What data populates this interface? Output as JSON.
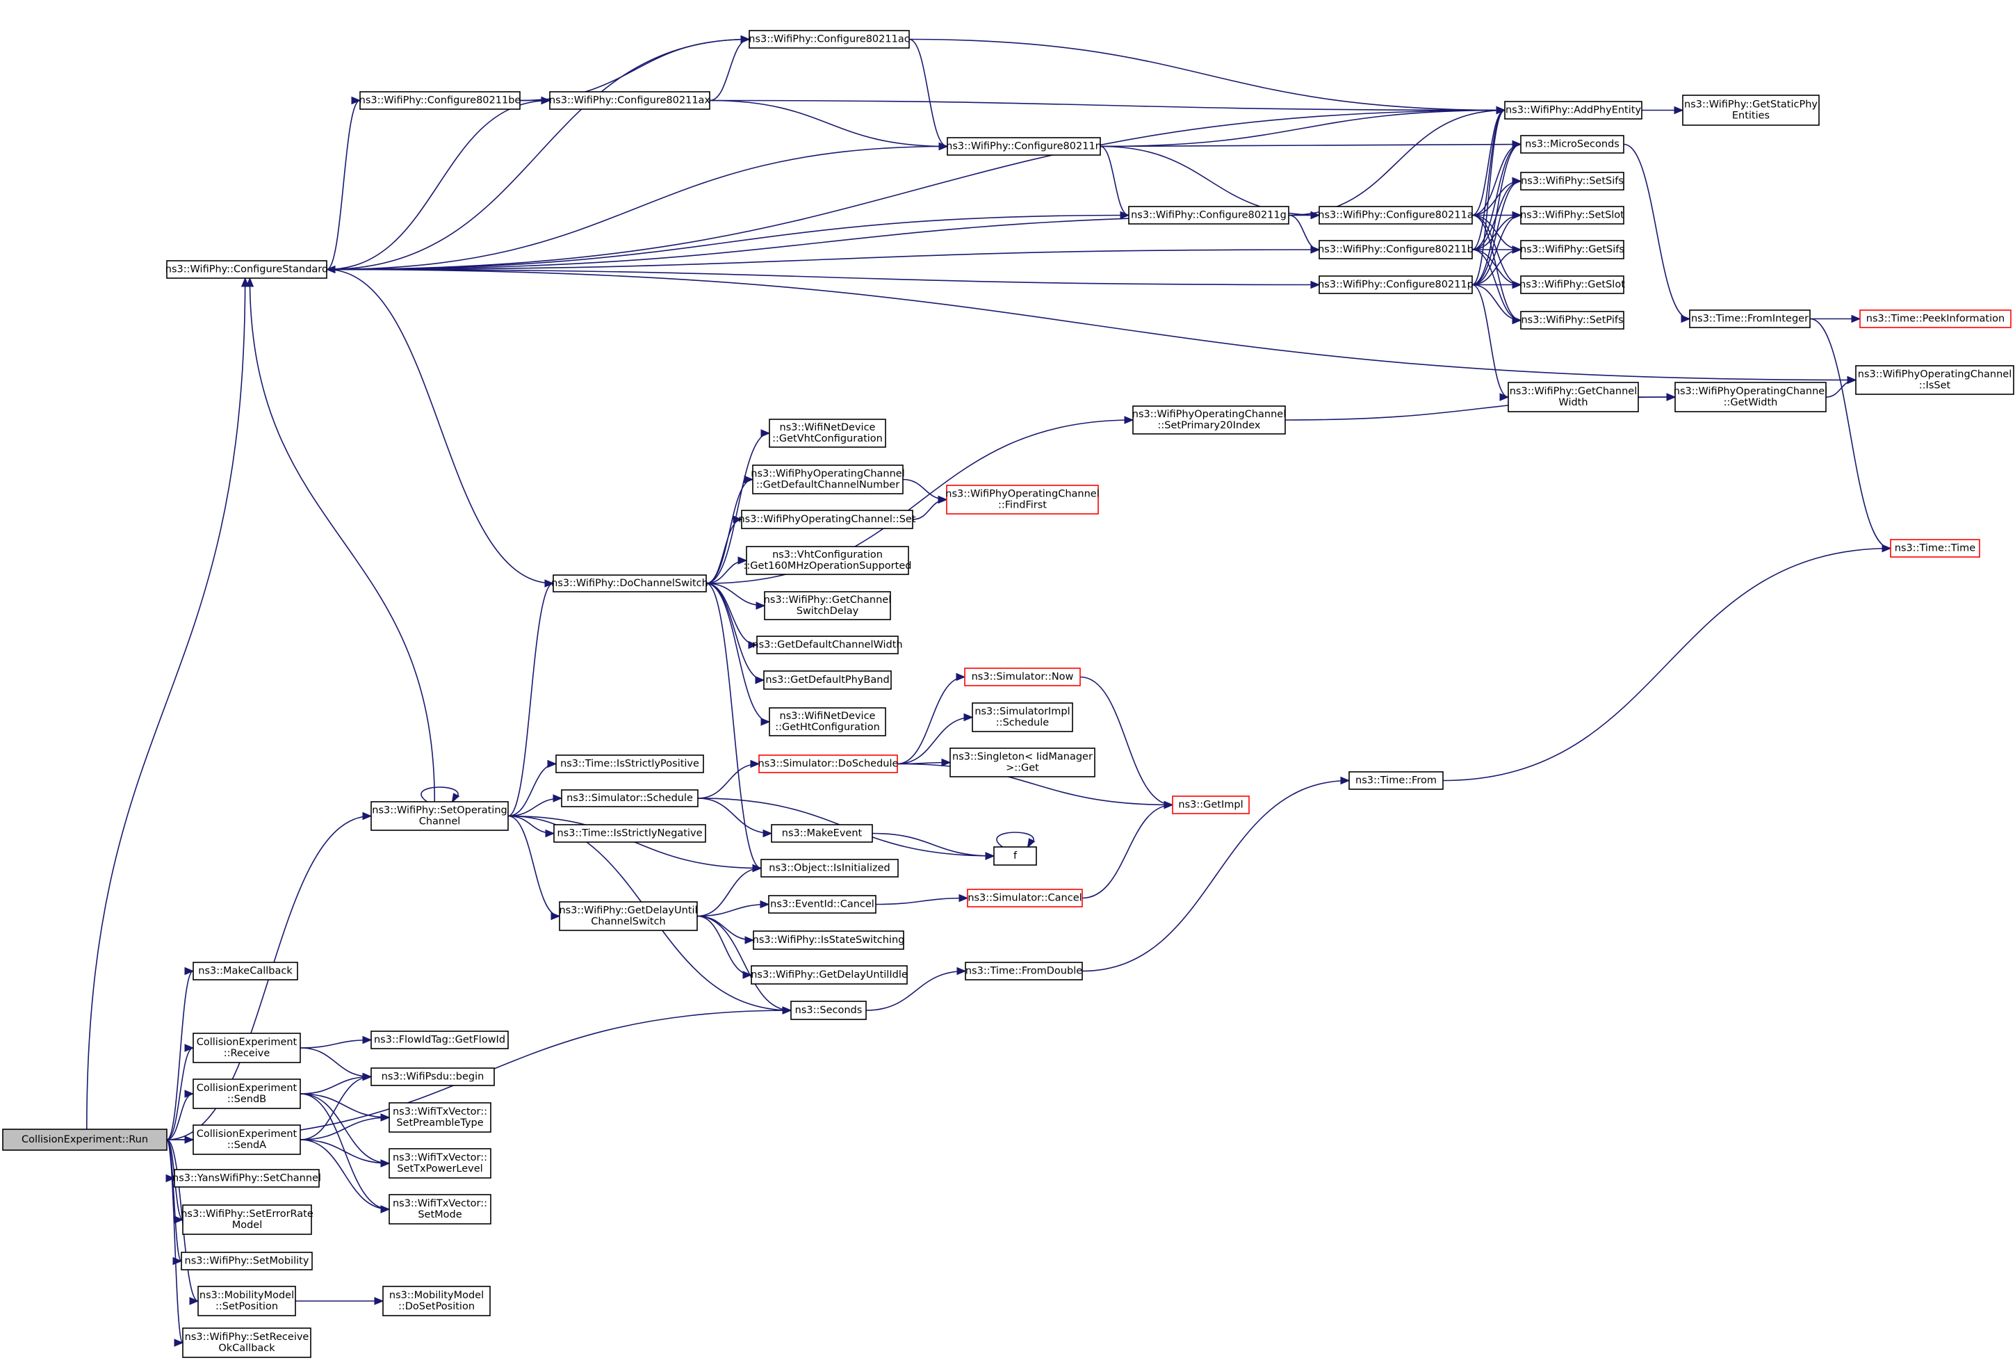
{
  "diagram": {
    "type": "call-graph",
    "colors": {
      "edge": "#191970",
      "root_fill": "#bfbfbf",
      "highlight_border": "#ff0000",
      "border": "#000000"
    },
    "nodes": [
      {
        "id": "run",
        "lines": [
          "CollisionExperiment::Run"
        ],
        "root": true
      },
      {
        "id": "configureStandard",
        "lines": [
          "ns3::WifiPhy::ConfigureStandard"
        ]
      },
      {
        "id": "cfg80211be",
        "lines": [
          "ns3::WifiPhy::Configure80211be"
        ]
      },
      {
        "id": "cfg80211ax",
        "lines": [
          "ns3::WifiPhy::Configure80211ax"
        ]
      },
      {
        "id": "cfg80211ac",
        "lines": [
          "ns3::WifiPhy::Configure80211ac"
        ]
      },
      {
        "id": "cfg80211n",
        "lines": [
          "ns3::WifiPhy::Configure80211n"
        ]
      },
      {
        "id": "cfg80211g",
        "lines": [
          "ns3::WifiPhy::Configure80211g"
        ]
      },
      {
        "id": "cfg80211a",
        "lines": [
          "ns3::WifiPhy::Configure80211a"
        ]
      },
      {
        "id": "cfg80211b",
        "lines": [
          "ns3::WifiPhy::Configure80211b"
        ]
      },
      {
        "id": "cfg80211p",
        "lines": [
          "ns3::WifiPhy::Configure80211p"
        ]
      },
      {
        "id": "addPhyEntity",
        "lines": [
          "ns3::WifiPhy::AddPhyEntity"
        ]
      },
      {
        "id": "getStaticPhyEntities",
        "lines": [
          "ns3::WifiPhy::GetStaticPhy",
          "Entities"
        ]
      },
      {
        "id": "microSeconds",
        "lines": [
          "ns3::MicroSeconds"
        ]
      },
      {
        "id": "setSifs",
        "lines": [
          "ns3::WifiPhy::SetSifs"
        ]
      },
      {
        "id": "setSlot",
        "lines": [
          "ns3::WifiPhy::SetSlot"
        ]
      },
      {
        "id": "getSifs",
        "lines": [
          "ns3::WifiPhy::GetSifs"
        ]
      },
      {
        "id": "getSlot",
        "lines": [
          "ns3::WifiPhy::GetSlot"
        ]
      },
      {
        "id": "setPifs",
        "lines": [
          "ns3::WifiPhy::SetPifs"
        ]
      },
      {
        "id": "fromInteger",
        "lines": [
          "ns3::Time::FromInteger"
        ]
      },
      {
        "id": "peekInformation",
        "lines": [
          "ns3::Time::PeekInformation"
        ],
        "highlight": true
      },
      {
        "id": "getChannelWidth",
        "lines": [
          "ns3::WifiPhy::GetChannel",
          "Width"
        ]
      },
      {
        "id": "opChGetWidth",
        "lines": [
          "ns3::WifiPhyOperatingChannel",
          "::GetWidth"
        ]
      },
      {
        "id": "opChIsSet",
        "lines": [
          "ns3::WifiPhyOperatingChannel",
          "::IsSet"
        ]
      },
      {
        "id": "setPrimary20",
        "lines": [
          "ns3::WifiPhyOperatingChannel",
          "::SetPrimary20Index"
        ]
      },
      {
        "id": "timeTime",
        "lines": [
          "ns3::Time::Time"
        ],
        "highlight": true
      },
      {
        "id": "getVhtConfig",
        "lines": [
          "ns3::WifiNetDevice",
          "::GetVhtConfiguration"
        ]
      },
      {
        "id": "getDefChNum",
        "lines": [
          "ns3::WifiPhyOperatingChannel",
          "::GetDefaultChannelNumber"
        ]
      },
      {
        "id": "findFirst",
        "lines": [
          "ns3::WifiPhyOperatingChannel",
          "::FindFirst"
        ],
        "highlight": true
      },
      {
        "id": "opChSet",
        "lines": [
          "ns3::WifiPhyOperatingChannel::Set"
        ]
      },
      {
        "id": "get160",
        "lines": [
          "ns3::VhtConfiguration",
          "::Get160MHzOperationSupported"
        ]
      },
      {
        "id": "doChannelSwitch",
        "lines": [
          "ns3::WifiPhy::DoChannelSwitch"
        ]
      },
      {
        "id": "getChSwitchDelay",
        "lines": [
          "ns3::WifiPhy::GetChannel",
          "SwitchDelay"
        ]
      },
      {
        "id": "getDefChWidth",
        "lines": [
          "ns3::GetDefaultChannelWidth"
        ]
      },
      {
        "id": "getDefPhyBand",
        "lines": [
          "ns3::GetDefaultPhyBand"
        ]
      },
      {
        "id": "getHtConfig",
        "lines": [
          "ns3::WifiNetDevice",
          "::GetHtConfiguration"
        ]
      },
      {
        "id": "simNow",
        "lines": [
          "ns3::Simulator::Now"
        ],
        "highlight": true
      },
      {
        "id": "simImplSchedule",
        "lines": [
          "ns3::SimulatorImpl",
          "::Schedule"
        ]
      },
      {
        "id": "simDoSchedule",
        "lines": [
          "ns3::Simulator::DoSchedule"
        ],
        "highlight": true
      },
      {
        "id": "singletonGet",
        "lines": [
          "ns3::Singleton< IidManager",
          ">::Get"
        ]
      },
      {
        "id": "isStrictlyPositive",
        "lines": [
          "ns3::Time::IsStrictlyPositive"
        ]
      },
      {
        "id": "setOpChannel",
        "lines": [
          "ns3::WifiPhy::SetOperating",
          "Channel"
        ]
      },
      {
        "id": "simSchedule",
        "lines": [
          "ns3::Simulator::Schedule"
        ]
      },
      {
        "id": "isStrictlyNegative",
        "lines": [
          "ns3::Time::IsStrictlyNegative"
        ]
      },
      {
        "id": "makeEvent",
        "lines": [
          "ns3::MakeEvent"
        ]
      },
      {
        "id": "getImpl",
        "lines": [
          "ns3::GetImpl"
        ],
        "highlight": true
      },
      {
        "id": "timeFrom",
        "lines": [
          "ns3::Time::From"
        ]
      },
      {
        "id": "f",
        "lines": [
          "f"
        ]
      },
      {
        "id": "objIsInit",
        "lines": [
          "ns3::Object::IsInitialized"
        ]
      },
      {
        "id": "getDelayUntilChSwitch",
        "lines": [
          "ns3::WifiPhy::GetDelayUntil",
          "ChannelSwitch"
        ]
      },
      {
        "id": "eventIdCancel",
        "lines": [
          "ns3::EventId::Cancel"
        ]
      },
      {
        "id": "simCancel",
        "lines": [
          "ns3::Simulator::Cancel"
        ],
        "highlight": true
      },
      {
        "id": "isStateSwitching",
        "lines": [
          "ns3::WifiPhy::IsStateSwitching"
        ]
      },
      {
        "id": "getDelayUntilIdle",
        "lines": [
          "ns3::WifiPhy::GetDelayUntilIdle"
        ]
      },
      {
        "id": "timeFromDouble",
        "lines": [
          "ns3::Time::FromDouble"
        ]
      },
      {
        "id": "makeCallback",
        "lines": [
          "ns3::MakeCallback"
        ]
      },
      {
        "id": "seconds",
        "lines": [
          "ns3::Seconds"
        ]
      },
      {
        "id": "receive",
        "lines": [
          "CollisionExperiment",
          "::Receive"
        ]
      },
      {
        "id": "getFlowId",
        "lines": [
          "ns3::FlowIdTag::GetFlowId"
        ]
      },
      {
        "id": "psduBegin",
        "lines": [
          "ns3::WifiPsdu::begin"
        ]
      },
      {
        "id": "sendB",
        "lines": [
          "CollisionExperiment",
          "::SendB"
        ]
      },
      {
        "id": "setPreambleType",
        "lines": [
          "ns3::WifiTxVector::",
          "SetPreambleType"
        ]
      },
      {
        "id": "sendA",
        "lines": [
          "CollisionExperiment",
          "::SendA"
        ]
      },
      {
        "id": "setTxPowerLevel",
        "lines": [
          "ns3::WifiTxVector::",
          "SetTxPowerLevel"
        ]
      },
      {
        "id": "yansSetChannel",
        "lines": [
          "ns3::YansWifiPhy::SetChannel"
        ]
      },
      {
        "id": "setMode",
        "lines": [
          "ns3::WifiTxVector::",
          "SetMode"
        ]
      },
      {
        "id": "setErrorRateModel",
        "lines": [
          "ns3::WifiPhy::SetErrorRate",
          "Model"
        ]
      },
      {
        "id": "setMobility",
        "lines": [
          "ns3::WifiPhy::SetMobility"
        ]
      },
      {
        "id": "mobSetPosition",
        "lines": [
          "ns3::MobilityModel",
          "::SetPosition"
        ]
      },
      {
        "id": "mobDoSetPosition",
        "lines": [
          "ns3::MobilityModel",
          "::DoSetPosition"
        ]
      },
      {
        "id": "setReceiveOk",
        "lines": [
          "ns3::WifiPhy::SetReceive",
          "OkCallback"
        ]
      }
    ]
  }
}
